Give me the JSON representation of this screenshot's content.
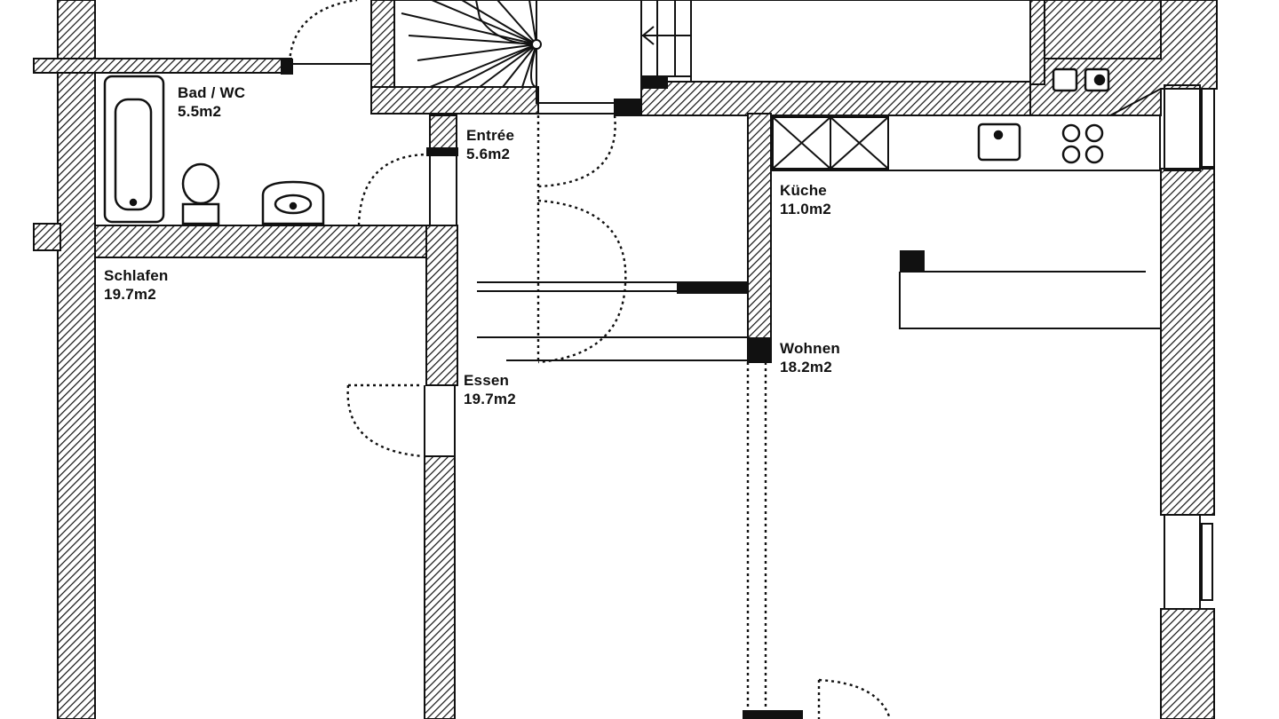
{
  "rooms": [
    {
      "id": "bad",
      "name": "Bad / WC",
      "area": "5.5m2"
    },
    {
      "id": "entree",
      "name": "Entrée",
      "area": "5.6m2"
    },
    {
      "id": "kueche",
      "name": "Küche",
      "area": "11.0m2"
    },
    {
      "id": "schlafen",
      "name": "Schlafen",
      "area": "19.7m2"
    },
    {
      "id": "wohnen",
      "name": "Wohnen",
      "area": "18.2m2"
    },
    {
      "id": "essen",
      "name": "Essen",
      "area": "19.7m2"
    }
  ]
}
